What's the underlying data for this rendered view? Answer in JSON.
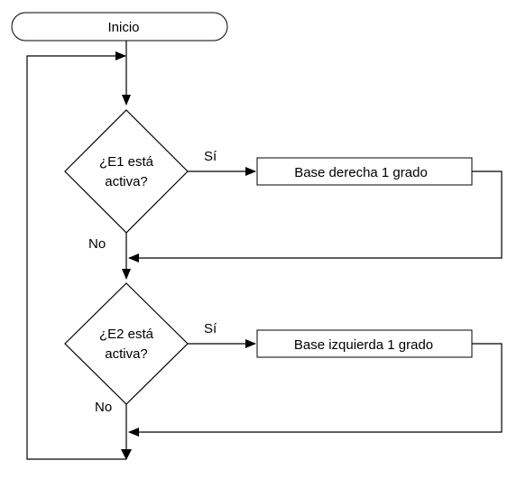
{
  "flowchart": {
    "start": {
      "label": "Inicio"
    },
    "decision_1": {
      "line1": "¿E1 está",
      "line2": "activa?"
    },
    "decision_2": {
      "line1": "¿E2 está",
      "line2": "activa?"
    },
    "action_1": {
      "label": "Base derecha 1 grado"
    },
    "action_2": {
      "label": "Base izquierda 1 grado"
    },
    "edge_labels": {
      "yes_1": "Sí",
      "no_1": "No",
      "yes_2": "Sí",
      "no_2": "No"
    }
  },
  "colors": {
    "stroke": "#000000",
    "fill": "#ffffff",
    "text": "#000000"
  }
}
